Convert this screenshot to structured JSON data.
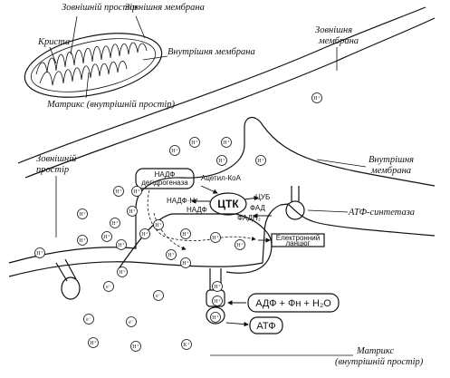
{
  "labels": {
    "outer_space": "Зовнішній простір",
    "outer_membrane": "Зовнішня мембрана",
    "crista": "Криста",
    "inner_membrane": "Внутрішня мембрана",
    "matrix_inner": "Матрикс (внутрішній простір)",
    "outer_membrane_big": "Зовнішня мембрана",
    "inner_membrane_big": "Внутрішня мембрана",
    "intermembrane_space": "Зовнішній простір",
    "atp_synthase": "АТФ-синтетаза",
    "matrix_big": "Матрикс (внутрішній простір)"
  },
  "boxes": {
    "nadph_dehydrogenase": "НАДФ дегідрогеназа",
    "citric_cycle": "ЦТК",
    "nadph_h": "НАДФ·Н⁺",
    "nadp": "НАДФ",
    "fad": "ФАД",
    "fadh2": "ФАДН₂",
    "hplus": "Н⁺",
    "hplus_ftk": "Ацетил-КоА",
    "electron_chain": "Електронний ланцюг",
    "adp_reaction": "АДФ + Фн + Н₂О",
    "atp": "АТФ"
  },
  "ions": {
    "h": "H⁺",
    "e": "e⁻",
    "k": "K⁺"
  }
}
